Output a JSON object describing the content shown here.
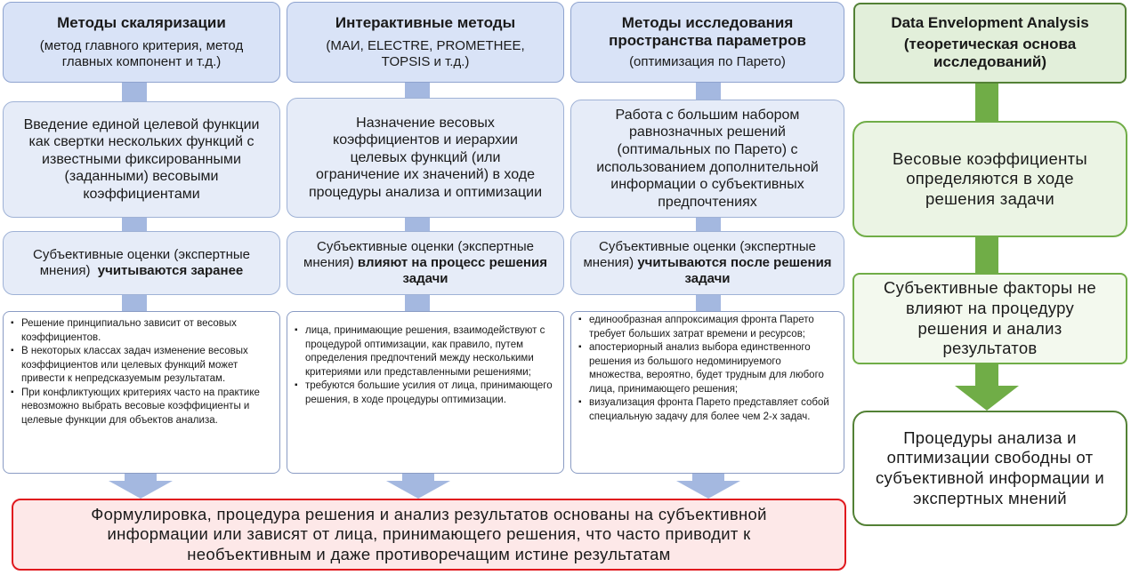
{
  "columns": [
    {
      "title": "Методы скаляризации",
      "subtitle": "(метод главного критерия, метод главных компонент и т.д.)",
      "description": "Введение единой целевой функции как свертки нескольких функций с известными фиксированными (заданными) весовыми коэффициентами",
      "subjective_plain": "Субъективные оценки (экспертные мнения)",
      "subjective_bold": "учитываются заранее",
      "bullets": [
        "Решение принципиально зависит от весовых коэффициентов.",
        "В некоторых классах задач изменение весовых коэффициентов или целевых функций может привести к непредсказуемым результатам.",
        "При конфликтующих критериях часто на практике невозможно выбрать весовые коэффициенты и целевые функции для объектов анализа."
      ]
    },
    {
      "title": "Интерактивные методы",
      "subtitle": "(МАИ, ELECTRE, PROMETHEE, TOPSIS и т.д.)",
      "description": "Назначение весовых коэффициентов и иерархии целевых функций (или ограничение их значений) в ходе процедуры анализа и оптимизации",
      "subjective_plain": "Субъективные оценки (экспертные мнения)",
      "subjective_bold": "влияют на процесс решения задачи",
      "bullets": [
        "лица, принимающие решения, взаимодействуют с процедурой оптимизации, как правило, путем определения предпочтений между несколькими критериями или представленными решениями;",
        "требуются большие усилия от лица, принимающего решения, в ходе процедуры оптимизации."
      ]
    },
    {
      "title": "Методы исследования пространства параметров",
      "subtitle": "(оптимизация по Парето)",
      "description": "Работа с большим набором равнозначных решений (оптимальных по Парето) с использованием дополнительной информации о субъективных предпочтениях",
      "subjective_plain": "Субъективные оценки (экспертные мнения)",
      "subjective_bold": "учитываются после решения задачи",
      "bullets": [
        "единообразная аппроксимация фронта Парето требует больших затрат времени и ресурсов;",
        "апостериорный анализ выбора единственного решения из большого недоминируемого множества, вероятно, будет трудным для любого лица, принимающего решения;",
        "визуализация фронта Парето представляет собой специальную задачу для более чем 2-х задач."
      ]
    }
  ],
  "dea": {
    "title": "Data Envelopment Analysis",
    "subtitle": "(теоретическая основа исследований)",
    "box1": "Весовые коэффициенты определяются в ходе решения задачи",
    "box2": "Субъективные факторы не влияют на процедуру решения и анализ результатов",
    "box3": "Процедуры анализа и оптимизации свободны от субъективной информации и экспертных мнений"
  },
  "conclusion": "Формулировка, процедура решения и анализ результатов основаны на субъективной информации или зависят от лица, принимающего решения, что часто приводит к необъективным и даже противоречащим истине результатам",
  "colors": {
    "blue_fill": "#d9e3f7",
    "connector": "#a4b8e0",
    "green_border": "#538135",
    "green_arrow": "#70ad47",
    "red_border": "#e0191e",
    "red_fill": "#fde8e8"
  }
}
